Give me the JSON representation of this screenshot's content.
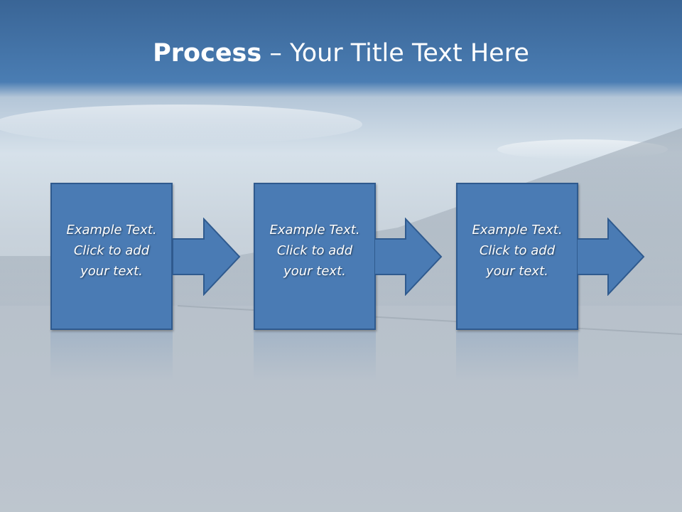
{
  "slide": {
    "title_bold": "Process",
    "title_rest": " – Your Title Text Here"
  },
  "steps": [
    {
      "text": "Example Text.\nClick  to add\nyour text."
    },
    {
      "text": "Example Text.\nClick  to add\nyour text."
    },
    {
      "text": "Example Text.\nClick  to add\nyour text."
    }
  ],
  "colors": {
    "box_fill": "#4a7bb4",
    "box_border": "#2f5a8e",
    "title_bar": "#3a6596"
  }
}
